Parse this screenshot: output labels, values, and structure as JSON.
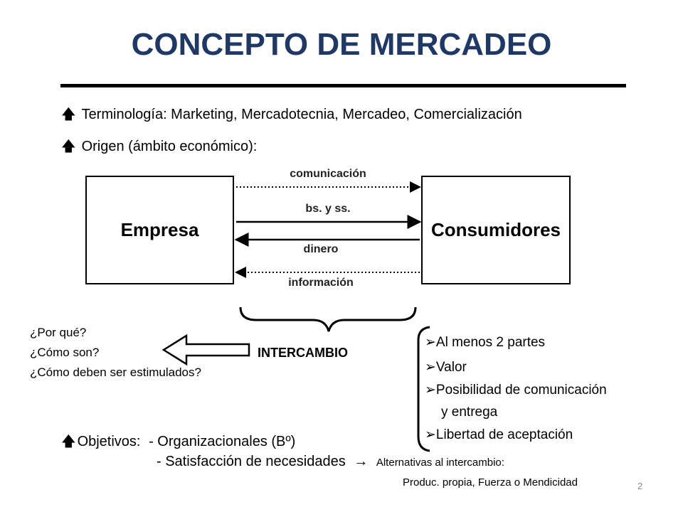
{
  "slide": {
    "title": "CONCEPTO DE MERCADEO",
    "bullet_icon": "up-arrow-icon",
    "bullets": [
      "Terminología: Marketing, Mercadotecnia, Mercadeo, Comercialización",
      "Origen (ámbito económico):"
    ],
    "page_number": "2"
  },
  "diagram": {
    "left_box": "Empresa",
    "right_box": "Consumidores",
    "flows": {
      "top_dotted": "comunicación",
      "solid_right": "bs. y ss.",
      "solid_left": "dinero",
      "bottom_dotted": "información"
    },
    "exchange_label": "INTERCAMBIO",
    "questions": [
      "¿Por qué?",
      "¿Cómo son?",
      "¿Cómo deben ser estimulados?"
    ],
    "conditions": [
      "Al menos 2 partes",
      "Valor",
      "Posibilidad de comunicación",
      "y entrega",
      "Libertad de aceptación"
    ]
  },
  "objectives": {
    "label": "Objetivos:",
    "item1": "- Organizacionales (Bº)",
    "item2": "- Satisfacción de necesidades",
    "arrow": "→",
    "alt_title": "Alternativas al intercambio:",
    "alt_list": "Produc. propia, Fuerza o Mendicidad"
  },
  "colors": {
    "title": "#1f3864",
    "text": "#000000",
    "page_number": "#8c8c8c"
  }
}
